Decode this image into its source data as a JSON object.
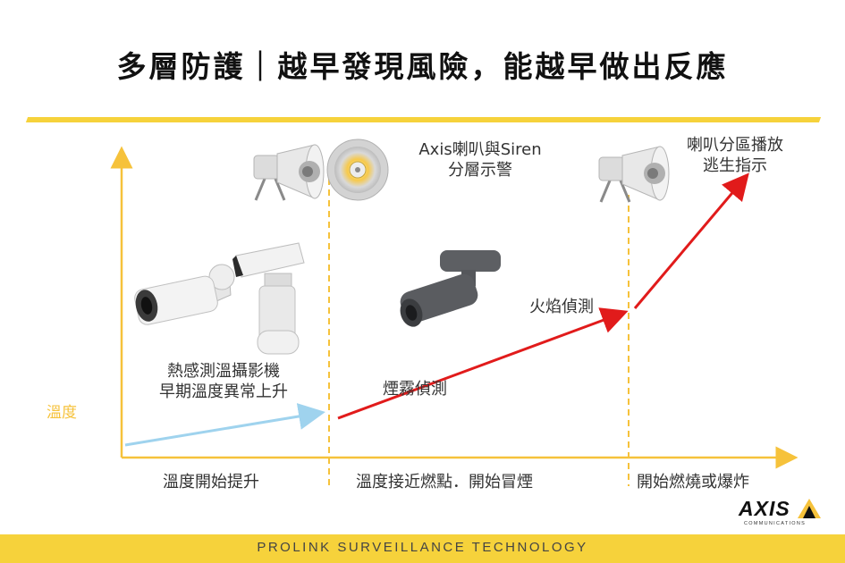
{
  "header": {
    "title": "多層防護｜越早發現風險，能越早做出反應"
  },
  "axis": {
    "y_label": "溫度"
  },
  "stages": [
    {
      "label": "溫度開始提升"
    },
    {
      "label": "溫度接近燃點．開始冒煙"
    },
    {
      "label": "開始燃燒或爆炸"
    }
  ],
  "annotations": {
    "thermal": [
      "熱感測溫攝影機",
      "早期溫度異常上升"
    ],
    "smoke": "煙霧偵測",
    "flame": "火焰偵測",
    "speaker_siren": [
      "Axis喇叭與Siren",
      "分層示警"
    ],
    "zone_broadcast": [
      "喇叭分區播放",
      "逃生指示"
    ]
  },
  "logo": {
    "word": "AXIS",
    "sub": "COMMUNICATIONS"
  },
  "footer": {
    "text": "PROLINK SURVEILLANCE TECHNOLOGY"
  },
  "colors": {
    "accent_yellow": "#f6d23b",
    "axis_yellow": "#f6c23b",
    "early_line": "#9fd3ee",
    "risk_line": "#e11b1b",
    "device_gray": "#5a5c60"
  },
  "icons": [
    "horn-speaker-icon",
    "siren-icon",
    "bullet-camera-icon",
    "ptz-thermal-camera-icon",
    "dome-bullet-camera-icon"
  ]
}
